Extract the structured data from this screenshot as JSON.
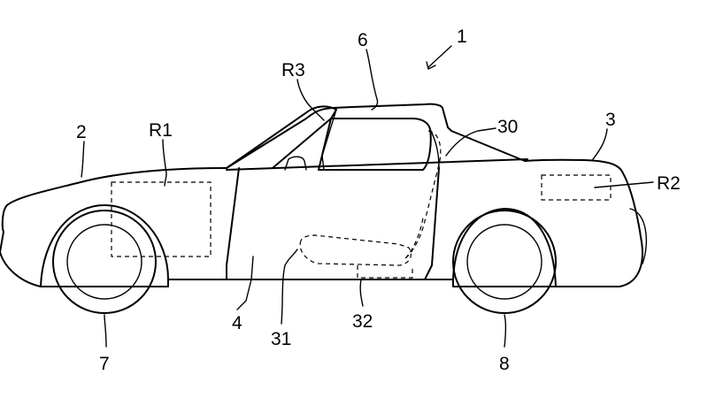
{
  "figure": {
    "labels": {
      "vehicle": "1",
      "front": "2",
      "rear": "3",
      "door": "4",
      "roof": "6",
      "front_wheel": "7",
      "rear_wheel": "8",
      "seat": "30",
      "seat_cushion": "31",
      "seat_rail": "32",
      "region_front": "R1",
      "region_rear": "R2",
      "region_cabin": "R3"
    }
  }
}
